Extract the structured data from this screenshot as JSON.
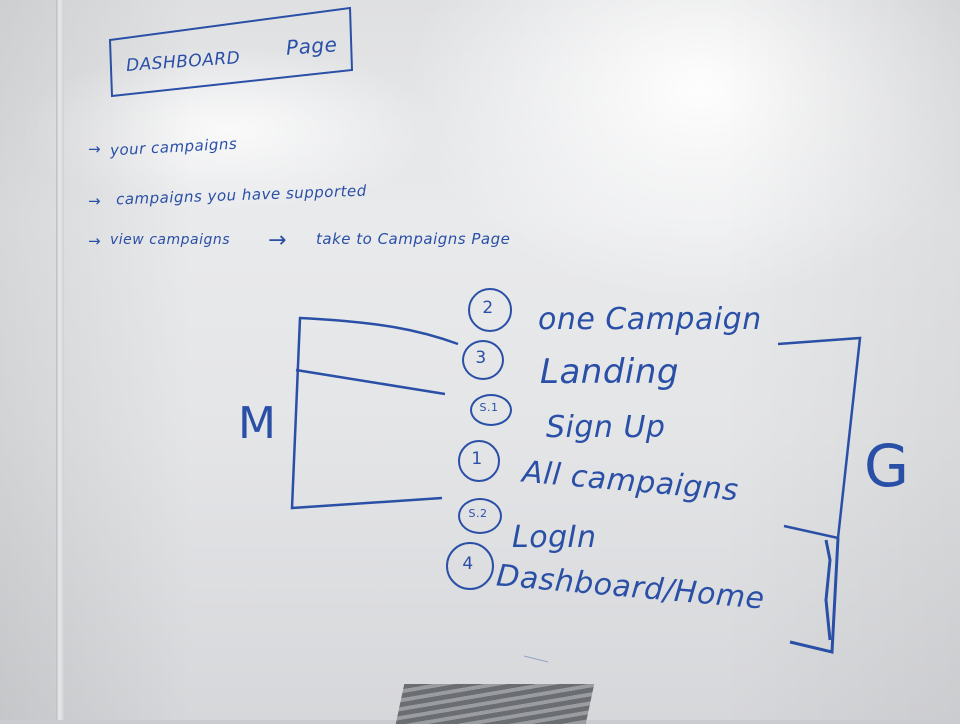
{
  "board": {
    "title_box": {
      "word1": "DASHBOARD",
      "word2": "Page"
    },
    "bullets": [
      {
        "arrow": "→",
        "text": "your campaigns"
      },
      {
        "arrow": "→",
        "text": "campaigns you have supported"
      },
      {
        "arrow": "→",
        "text": "view campaigns",
        "arrow2": "→",
        "target": "take to Campaigns Page"
      }
    ],
    "flow": [
      {
        "num": "2",
        "label": "one Campaign"
      },
      {
        "num": "3",
        "label": "Landing"
      },
      {
        "num": "S.1",
        "label": "Sign Up"
      },
      {
        "num": "1",
        "label": "All campaigns"
      },
      {
        "num": "S.2",
        "label": "LogIn"
      },
      {
        "num": "4",
        "label": "Dashboard/Home"
      }
    ],
    "left_bracket_letter": "M",
    "right_bracket_letter": "G"
  },
  "colors": {
    "ink": "#2a4fa6",
    "board": "#e4e5e7"
  }
}
